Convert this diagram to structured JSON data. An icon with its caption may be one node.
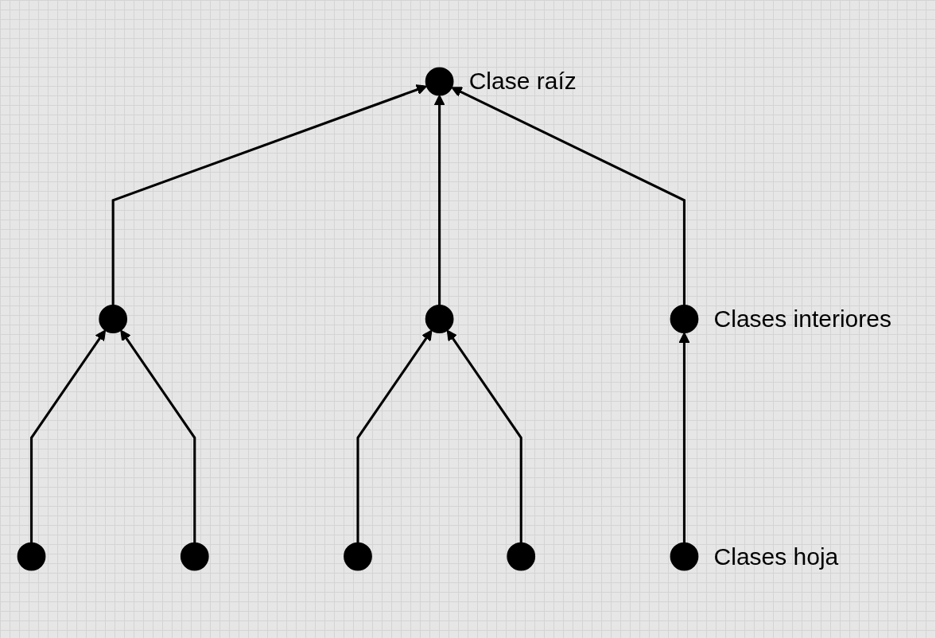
{
  "diagram": {
    "nodes": [
      {
        "text": [],
        "shape": "circle",
        "beside": [
          "Clase raíz"
        ]
      },
      {
        "text": [],
        "shape": "circle"
      },
      {
        "text": [],
        "shape": "circle"
      },
      {
        "text": [],
        "shape": "circle",
        "beside": [
          "Clases interiores"
        ]
      },
      {
        "text": [],
        "shape": "circle"
      },
      {
        "text": [],
        "shape": "circle"
      },
      {
        "text": [],
        "shape": "circle"
      },
      {
        "text": [],
        "shape": "circle"
      },
      {
        "text": [],
        "shape": "circle",
        "beside": [
          "Clases hoja"
        ]
      }
    ],
    "edges": [
      {
        "from": 1,
        "to": 0,
        "arrow": "to"
      },
      {
        "from": 2,
        "to": 0,
        "arrow": "to"
      },
      {
        "from": 3,
        "to": 0,
        "arrow": "to"
      },
      {
        "from": 4,
        "to": 1,
        "arrow": "to"
      },
      {
        "from": 5,
        "to": 1,
        "arrow": "to"
      },
      {
        "from": 6,
        "to": 2,
        "arrow": "to"
      },
      {
        "from": 7,
        "to": 2,
        "arrow": "to"
      },
      {
        "from": 8,
        "to": 3,
        "arrow": "to"
      }
    ]
  }
}
